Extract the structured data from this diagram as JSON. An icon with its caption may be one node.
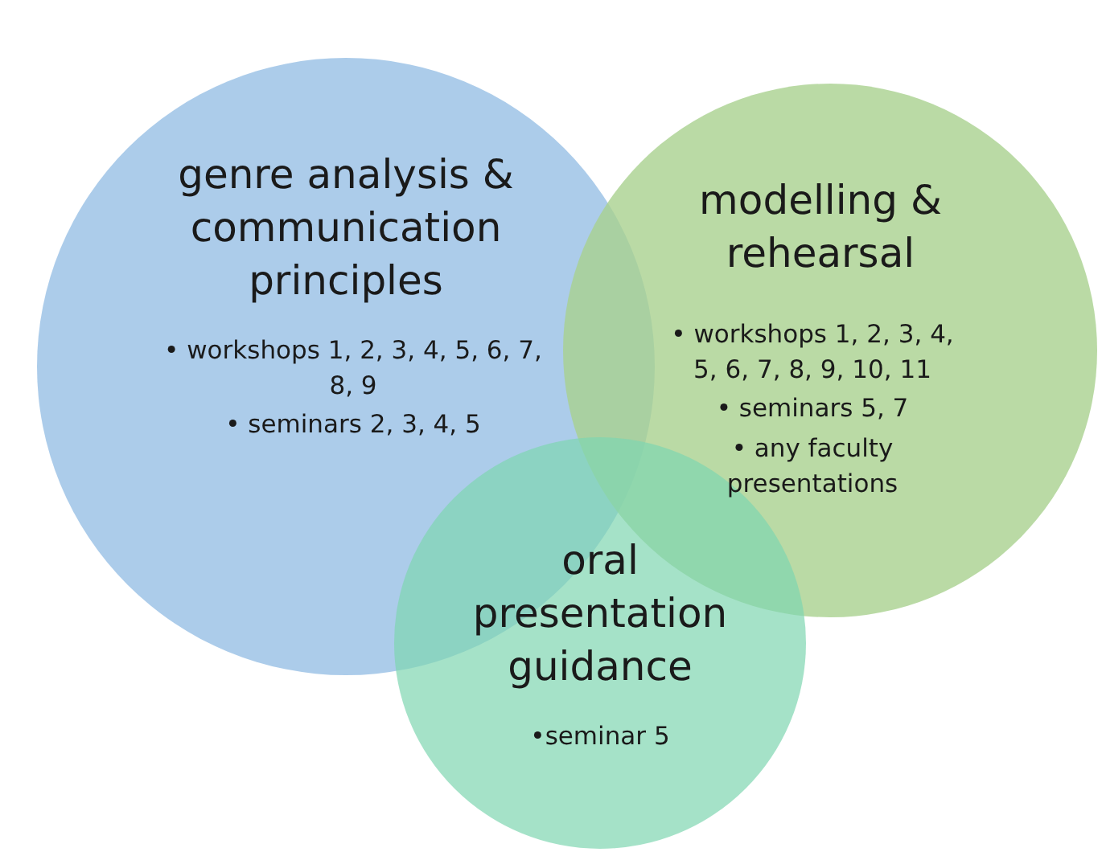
{
  "diagram": {
    "nodes": [
      {
        "text": [
          "genre analysis & communication principles",
          "• workshops 1, 2, 3, 4, 5, 6, 7, 8, 9",
          "• seminars 2, 3, 4, 5"
        ]
      },
      {
        "text": [
          "modelling & rehearsal",
          "• workshops 1, 2, 3, 4, 5, 6, 7, 8, 9, 10, 11",
          "• seminars 5, 7",
          "• any faculty presentations"
        ]
      },
      {
        "text": [
          "oral presentation guidance",
          "•seminar 5"
        ]
      }
    ]
  }
}
